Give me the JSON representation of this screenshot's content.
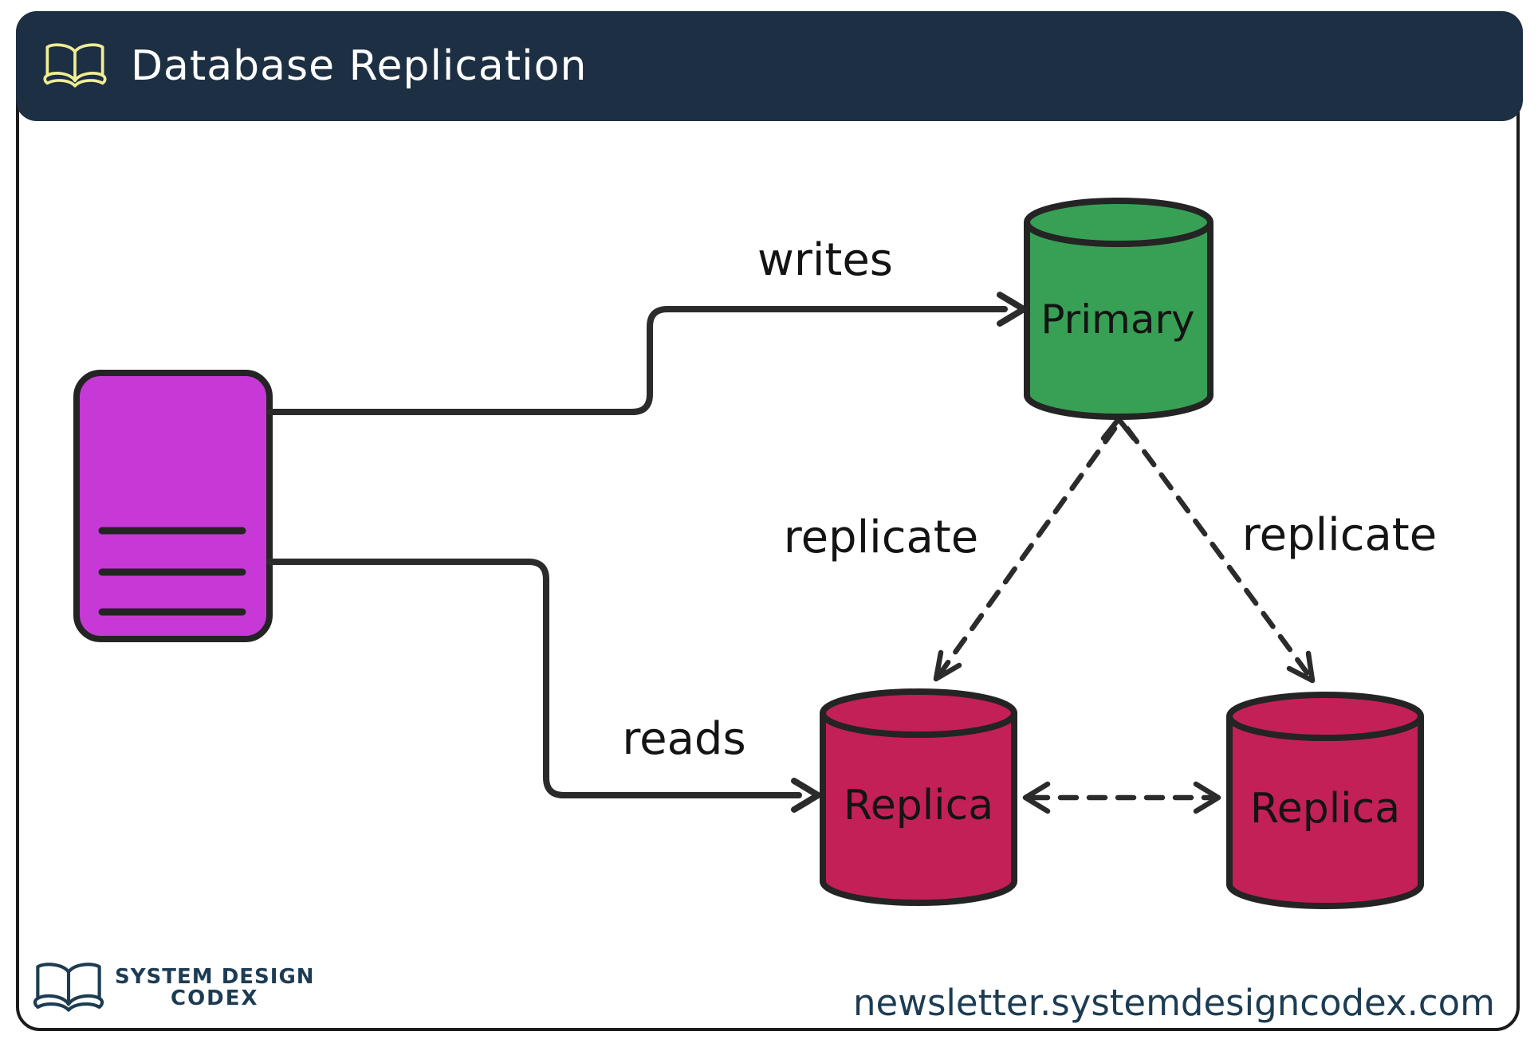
{
  "colors": {
    "canvas-bg": "#ffffff",
    "canvas-border": "#1b1b1b",
    "header-bg": "#1d2f42",
    "header-icon": "#f0ee95",
    "title": "#ffffff",
    "outline": "#242424",
    "line": "#2b2b2b",
    "label-text": "#141414",
    "client": "#c639d6",
    "primary": "#38a055",
    "replica": "#c32057",
    "footer": "#1d3c53"
  },
  "header": {
    "title": "Database Replication"
  },
  "diagram": {
    "nodes": {
      "client": {
        "shape": "rounded-rectangle",
        "label": ""
      },
      "primary": {
        "shape": "database-cylinder",
        "label": "Primary"
      },
      "replica_left": {
        "shape": "database-cylinder",
        "label": "Replica"
      },
      "replica_right": {
        "shape": "database-cylinder",
        "label": "Replica"
      }
    },
    "edges": {
      "writes": {
        "label": "writes",
        "from": "client",
        "to": "primary",
        "style": "solid-arrow"
      },
      "reads": {
        "label": "reads",
        "from": "client",
        "to": "replica_left",
        "style": "solid-arrow"
      },
      "replicate_left": {
        "label": "replicate",
        "from": "primary",
        "to": "replica_left",
        "style": "dashed-bidirectional-arrow"
      },
      "replicate_right": {
        "label": "replicate",
        "from": "primary",
        "to": "replica_right",
        "style": "dashed-bidirectional-arrow"
      },
      "replica_sync": {
        "label": "",
        "from": "replica_left",
        "to": "replica_right",
        "style": "dashed-bidirectional-arrow"
      }
    }
  },
  "footer": {
    "logo_line1": "SYSTEM DESIGN",
    "logo_line2": "CODEX",
    "url": "newsletter.systemdesigncodex.com"
  }
}
